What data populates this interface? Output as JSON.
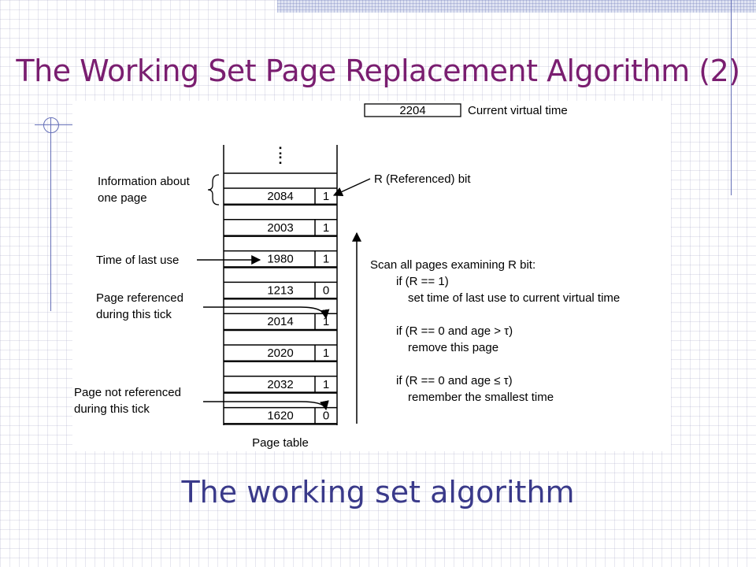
{
  "slide": {
    "title": "The Working Set Page Replacement Algorithm (2)",
    "caption": "The working set algorithm",
    "colors": {
      "title": "#7a1e70",
      "caption": "#3a3a8a",
      "rule": "#6670b8"
    }
  },
  "diagram": {
    "current_time": {
      "value": "2204",
      "label": "Current virtual time"
    },
    "ellipsis": ":",
    "page_table_label": "Page table",
    "rows": [
      {
        "time": "2084",
        "r": "1"
      },
      {
        "time": "2003",
        "r": "1"
      },
      {
        "time": "1980",
        "r": "1"
      },
      {
        "time": "1213",
        "r": "0"
      },
      {
        "time": "2014",
        "r": "1"
      },
      {
        "time": "2020",
        "r": "1"
      },
      {
        "time": "2032",
        "r": "1"
      },
      {
        "time": "1620",
        "r": "0"
      }
    ],
    "annotations": {
      "info_page": [
        "Information about",
        "one page"
      ],
      "r_bit": "R (Referenced) bit",
      "time_of_last_use": "Time of last use",
      "page_referenced": [
        "Page referenced",
        "during this tick"
      ],
      "page_not_referenced": [
        "Page not referenced",
        "during this tick"
      ]
    },
    "scan_text": [
      "Scan all pages examining R bit:",
      "if (R == 1)",
      "set time of last use to current virtual time",
      "",
      "if (R == 0 and age > τ)",
      "remove this page",
      "",
      "if (R == 0 and age ≤ τ)",
      "remember the smallest time"
    ]
  }
}
